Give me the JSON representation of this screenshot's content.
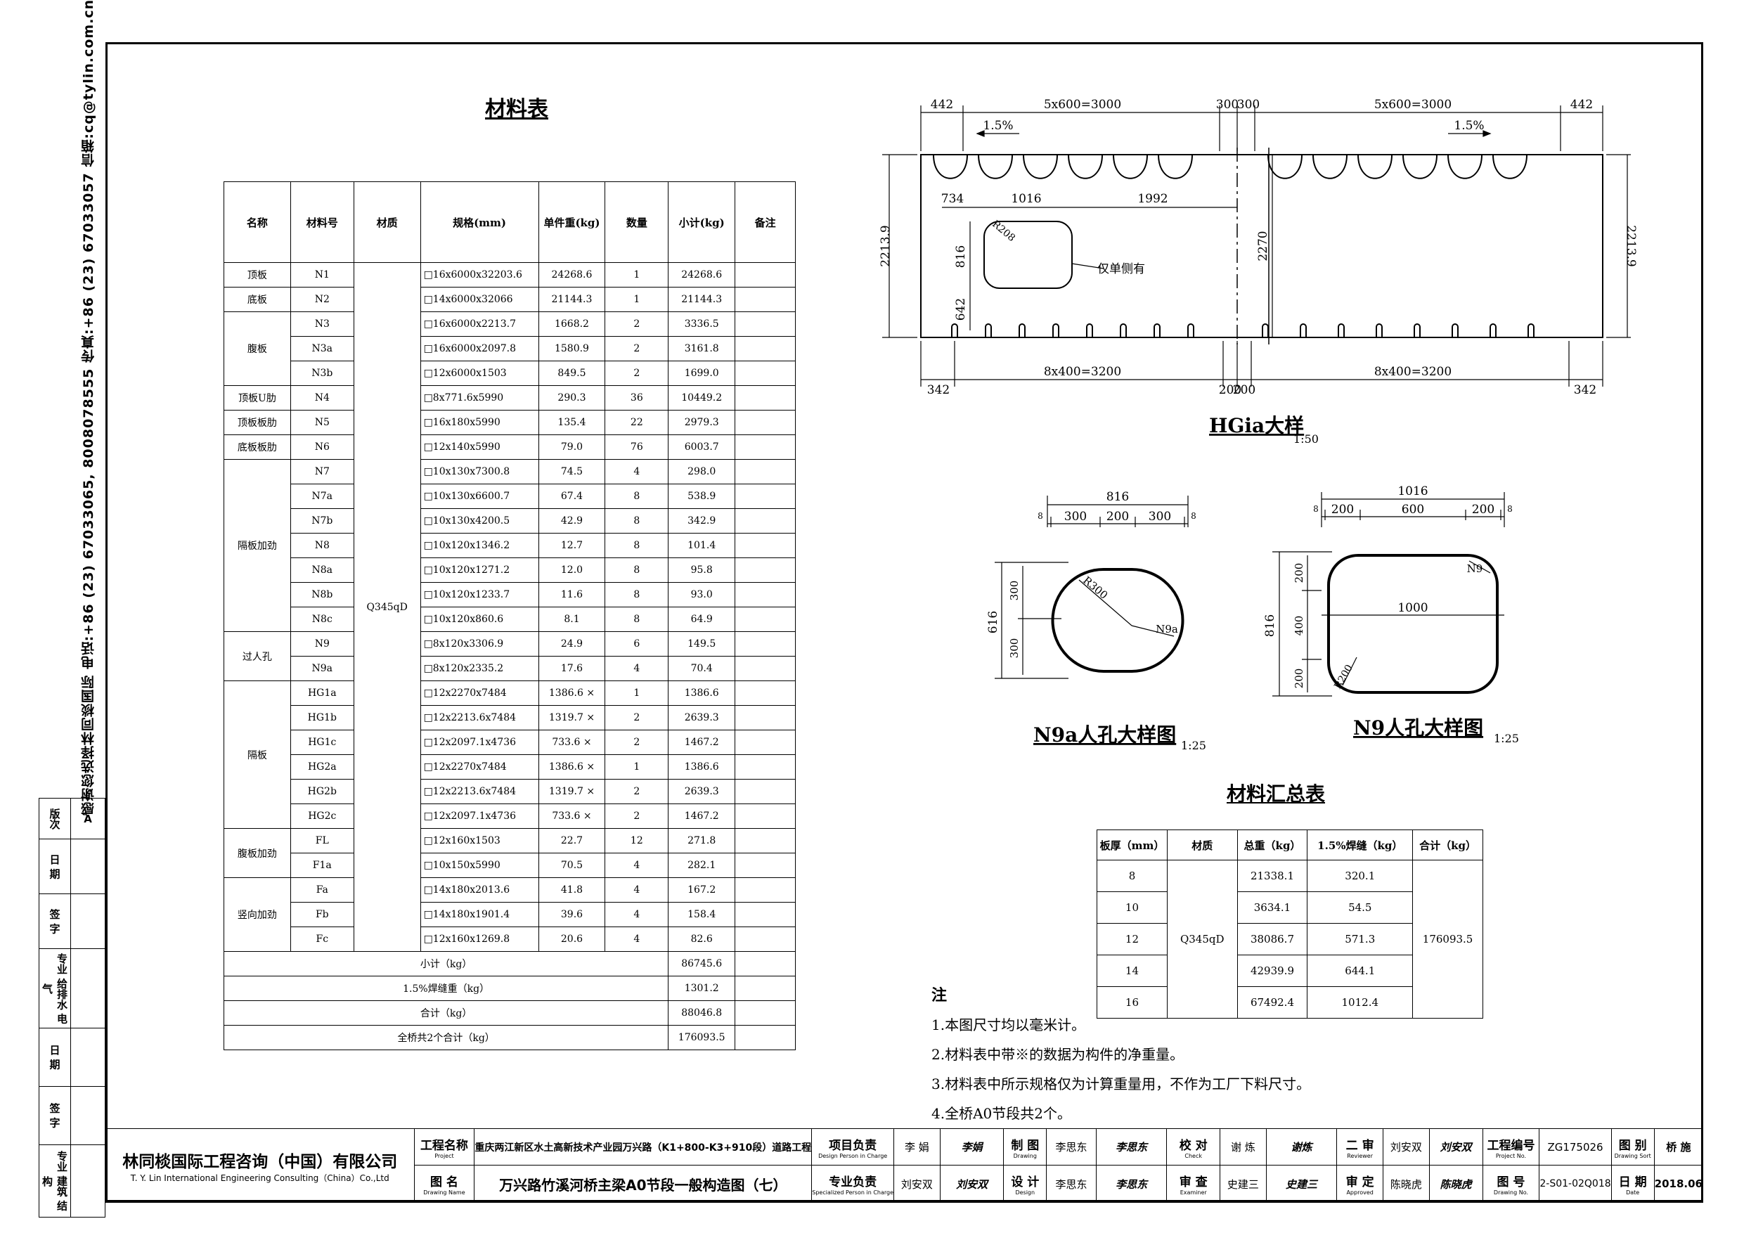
{
  "side_info": "感谢您选择林同棪国际  电话:+86 (23) 67033065, 8008078555 传真:+86 (23) 67033057 信箱:cq@tylin.com.cn  地址:中国·重庆市北部新区高新园天赐路6号",
  "material_table": {
    "title": "材料表",
    "headers": [
      "名称",
      "材料号",
      "材质",
      "规格(mm)",
      "单件重(kg)",
      "数量",
      "小计(kg)",
      "备注"
    ],
    "material": "Q345qD",
    "groups": [
      {
        "name": "顶板",
        "rows": [
          [
            "N1",
            "□16x6000x32203.6",
            "24268.6",
            "1",
            "24268.6"
          ]
        ]
      },
      {
        "name": "底板",
        "rows": [
          [
            "N2",
            "□14x6000x32066",
            "21144.3",
            "1",
            "21144.3"
          ]
        ]
      },
      {
        "name": "腹板",
        "rows": [
          [
            "N3",
            "□16x6000x2213.7",
            "1668.2",
            "2",
            "3336.5"
          ],
          [
            "N3a",
            "□16x6000x2097.8",
            "1580.9",
            "2",
            "3161.8"
          ],
          [
            "N3b",
            "□12x6000x1503",
            "849.5",
            "2",
            "1699.0"
          ]
        ]
      },
      {
        "name": "顶板U肋",
        "rows": [
          [
            "N4",
            "□8x771.6x5990",
            "290.3",
            "36",
            "10449.2"
          ]
        ]
      },
      {
        "name": "顶板板肋",
        "rows": [
          [
            "N5",
            "□16x180x5990",
            "135.4",
            "22",
            "2979.3"
          ]
        ]
      },
      {
        "name": "底板板肋",
        "rows": [
          [
            "N6",
            "□12x140x5990",
            "79.0",
            "76",
            "6003.7"
          ]
        ]
      },
      {
        "name": "隔板加劲",
        "rows": [
          [
            "N7",
            "□10x130x7300.8",
            "74.5",
            "4",
            "298.0"
          ],
          [
            "N7a",
            "□10x130x6600.7",
            "67.4",
            "8",
            "538.9"
          ],
          [
            "N7b",
            "□10x130x4200.5",
            "42.9",
            "8",
            "342.9"
          ],
          [
            "N8",
            "□10x120x1346.2",
            "12.7",
            "8",
            "101.4"
          ],
          [
            "N8a",
            "□10x120x1271.2",
            "12.0",
            "8",
            "95.8"
          ],
          [
            "N8b",
            "□10x120x1233.7",
            "11.6",
            "8",
            "93.0"
          ],
          [
            "N8c",
            "□10x120x860.6",
            "8.1",
            "8",
            "64.9"
          ]
        ]
      },
      {
        "name": "过人孔",
        "rows": [
          [
            "N9",
            "□8x120x3306.9",
            "24.9",
            "6",
            "149.5"
          ],
          [
            "N9a",
            "□8x120x2335.2",
            "17.6",
            "4",
            "70.4"
          ]
        ]
      },
      {
        "name": "隔板",
        "rows": [
          [
            "HG1a",
            "□12x2270x7484",
            "1386.6 ×",
            "1",
            "1386.6"
          ],
          [
            "HG1b",
            "□12x2213.6x7484",
            "1319.7 ×",
            "2",
            "2639.3"
          ],
          [
            "HG1c",
            "□12x2097.1x4736",
            "733.6 ×",
            "2",
            "1467.2"
          ],
          [
            "HG2a",
            "□12x2270x7484",
            "1386.6 ×",
            "1",
            "1386.6"
          ],
          [
            "HG2b",
            "□12x2213.6x7484",
            "1319.7 ×",
            "2",
            "2639.3"
          ],
          [
            "HG2c",
            "□12x2097.1x4736",
            "733.6 ×",
            "2",
            "1467.2"
          ]
        ]
      },
      {
        "name": "腹板加劲",
        "rows": [
          [
            "FL",
            "□12x160x1503",
            "22.7",
            "12",
            "271.8"
          ],
          [
            "F1a",
            "□10x150x5990",
            "70.5",
            "4",
            "282.1"
          ]
        ]
      },
      {
        "name": "竖向加劲",
        "rows": [
          [
            "Fa",
            "□14x180x2013.6",
            "41.8",
            "4",
            "167.2"
          ],
          [
            "Fb",
            "□14x180x1901.4",
            "39.6",
            "4",
            "158.4"
          ],
          [
            "Fc",
            "□12x160x1269.8",
            "20.6",
            "4",
            "82.6"
          ]
        ]
      }
    ],
    "totals": [
      {
        "label": "小计（kg）",
        "value": "86745.6"
      },
      {
        "label": "1.5%焊缝重（kg）",
        "value": "1301.2"
      },
      {
        "label": "合计（kg）",
        "value": "88046.8"
      },
      {
        "label": "全桥共2个合计（kg）",
        "value": "176093.5"
      }
    ]
  },
  "hgia": {
    "dims_top": [
      "442",
      "5x600=3000",
      "300",
      "300",
      "5x600=3000",
      "442"
    ],
    "slope": "1.5%",
    "dims_inner": [
      "734",
      "1016",
      "1992"
    ],
    "left_height": "2213.9",
    "right_height": "2213.9",
    "mid_height": "2270",
    "hole_h": "816",
    "hole_bottom": "642",
    "radius": "R208",
    "note": "仅单侧有",
    "dims_bottom": [
      "342",
      "8x400=3200",
      "200",
      "200",
      "8x400=3200",
      "342"
    ],
    "title": "HGia大样",
    "scale": "1:50"
  },
  "n9a": {
    "w": "816",
    "d1": "300",
    "d2": "200",
    "d3": "300",
    "e": "8",
    "h": "616",
    "v1": "300",
    "v2": "300",
    "r": "R300",
    "label": "N9a",
    "title": "N9a人孔大样图",
    "scale": "1:25"
  },
  "n9": {
    "w": "1016",
    "d1": "200",
    "d2": "600",
    "d3": "200",
    "e": "8",
    "h": "816",
    "v1": "200",
    "v2": "400",
    "v3": "200",
    "inner": "1000",
    "r": "R200",
    "label": "N9",
    "title": "N9人孔大样图",
    "scale": "1:25"
  },
  "summary": {
    "title": "材料汇总表",
    "headers": [
      "板厚（mm）",
      "材质",
      "总重（kg）",
      "1.5%焊缝（kg）",
      "合计（kg）"
    ],
    "material": "Q345qD",
    "total": "176093.5",
    "rows": [
      [
        "8",
        "21338.1",
        "320.1"
      ],
      [
        "10",
        "3634.1",
        "54.5"
      ],
      [
        "12",
        "38086.7",
        "571.3"
      ],
      [
        "14",
        "42939.9",
        "644.1"
      ],
      [
        "16",
        "67492.4",
        "1012.4"
      ]
    ]
  },
  "notes": {
    "title": "注",
    "items": [
      "1.本图尺寸均以毫米计。",
      "2.材料表中带※的数据为构件的净重量。",
      "3.材料表中所示规格仅为计算重量用，不作为工厂下料尺寸。",
      "4.全桥A0节段共2个。"
    ]
  },
  "revision": {
    "version_label": "版次",
    "version": "A",
    "rows": [
      "日 期",
      "签 字",
      "专业 给排水 电气",
      "日 期",
      "签 字",
      "专业 建筑 结构"
    ]
  },
  "title_block": {
    "company_cn": "林同棪国际工程咨询（中国）有限公司",
    "company_en": "T. Y. Lin International Engineering Consulting（China）Co.,Ltd",
    "project_label": "工程名称",
    "project_label_en": "Project",
    "project": "重庆两江新区水土高新技术产业园万兴路（K1+800-K3+910段）道路工程",
    "drawing_label": "图  名",
    "drawing_label_en": "Drawing Name",
    "drawing": "万兴路竹溪河桥主梁A0节段一般构造图（七）",
    "design_person_label": "项目负责",
    "design_person_en": "Design Person in Charge",
    "design_person": "李 娟",
    "specialized_label": "专业负责",
    "specialized_en": "Specialized Person in Charge",
    "specialized": "刘安双",
    "drawing_by_label": "制 图",
    "drawing_by_en": "Drawing",
    "drawing_by": "李思东",
    "design_label": "设 计",
    "design_en": "Design",
    "design": "李思东",
    "check_label": "校 对",
    "check_en": "Check",
    "check": "谢 炼",
    "examiner_label": "审 查",
    "examiner_en": "Examiner",
    "examiner": "史建三",
    "reviewer_label": "二 审",
    "reviewer_en": "Reviewer",
    "reviewer": "刘安双",
    "approved_label": "审 定",
    "approved_en": "Approved",
    "approved": "陈晓虎",
    "project_no_label": "工程编号",
    "project_no_en": "Project No.",
    "project_no": "ZG175026",
    "drawing_no_label": "图 号",
    "drawing_no_en": "Drawing No.",
    "drawing_no": "2-S01-02Q018",
    "sort_label": "图 别",
    "sort_en": "Drawing Sort",
    "sort": "桥 施",
    "date_label": "日 期",
    "date_en": "Date",
    "date": "2018.06",
    "signatures": {
      "design_person": "李娟",
      "specialized": "刘安双",
      "drawing_by": "李思东",
      "design": "李思东",
      "check": "谢炼",
      "examiner": "史建三",
      "reviewer": "刘安双",
      "approved": "陈晓虎"
    }
  }
}
